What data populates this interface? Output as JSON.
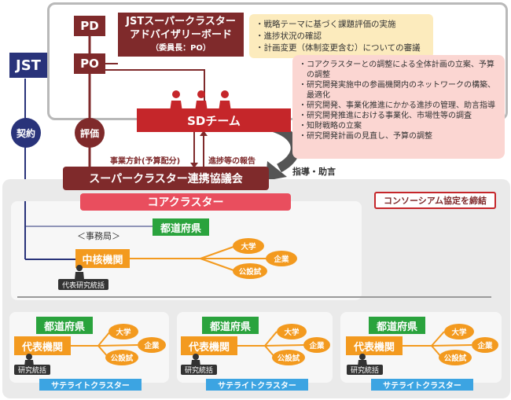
{
  "nodes": {
    "pd": "PD",
    "po": "PO",
    "jst": "JST",
    "board_title": "JSTスーパークラスター\nアドバイザリーボード",
    "board_sub": "（委員長：PO）",
    "sd_team": "SDチーム",
    "council": "スーパークラスター連携協議会",
    "core_cluster": "コアクラスター",
    "prefecture": "都道府県",
    "secretariat": "＜事務局＞",
    "core_org": "中核機関",
    "rep_researcher": "代表研究統括",
    "consortium": "コンソーシアム協定を締結",
    "university": "大学",
    "company": "企業",
    "public_lab": "公設試"
  },
  "labels": {
    "contract": "契約",
    "evaluation": "評価",
    "policy": "事業方針(予算配分)",
    "progress_report": "進捗等の報告",
    "guidance": "指導・助言"
  },
  "board_notes": [
    "戦略テーマに基づく課題評価の実施",
    "進捗状況の確認",
    "計画変更（体制変更含む）についての審議"
  ],
  "sd_notes": [
    "コアクラスターとの調整による全体計画の立案、予算の調整",
    "研究開発実施中の参画機関内のネットワークの構築、最適化",
    "研究開発、事業化推進にかかる進捗の管理、助言指導",
    "研究開発推進における事業化、市場性等の調査",
    "知財戦略の立案",
    "研究開発計画の見直し、予算の調整"
  ],
  "satellites": [
    {
      "prefecture": "都道府県",
      "rep_org": "代表機関",
      "researcher": "研究統括",
      "label": "サテライトクラスター",
      "university": "大学",
      "company": "企業",
      "public_lab": "公設試"
    },
    {
      "prefecture": "都道府県",
      "rep_org": "代表機関",
      "researcher": "研究統括",
      "label": "サテライトクラスター",
      "university": "大学",
      "company": "企業",
      "public_lab": "公設試"
    },
    {
      "prefecture": "都道府県",
      "rep_org": "代表機関",
      "researcher": "研究統括",
      "label": "サテライトクラスター",
      "university": "大学",
      "company": "企業",
      "public_lab": "公設試"
    }
  ],
  "colors": {
    "dark_red": "#7f2a2b",
    "red": "#c5262a",
    "navy": "#29337a",
    "green": "#2aa33d",
    "orange": "#f39a1f",
    "blue": "#3ca4e2",
    "pink": "#e94e5e"
  }
}
